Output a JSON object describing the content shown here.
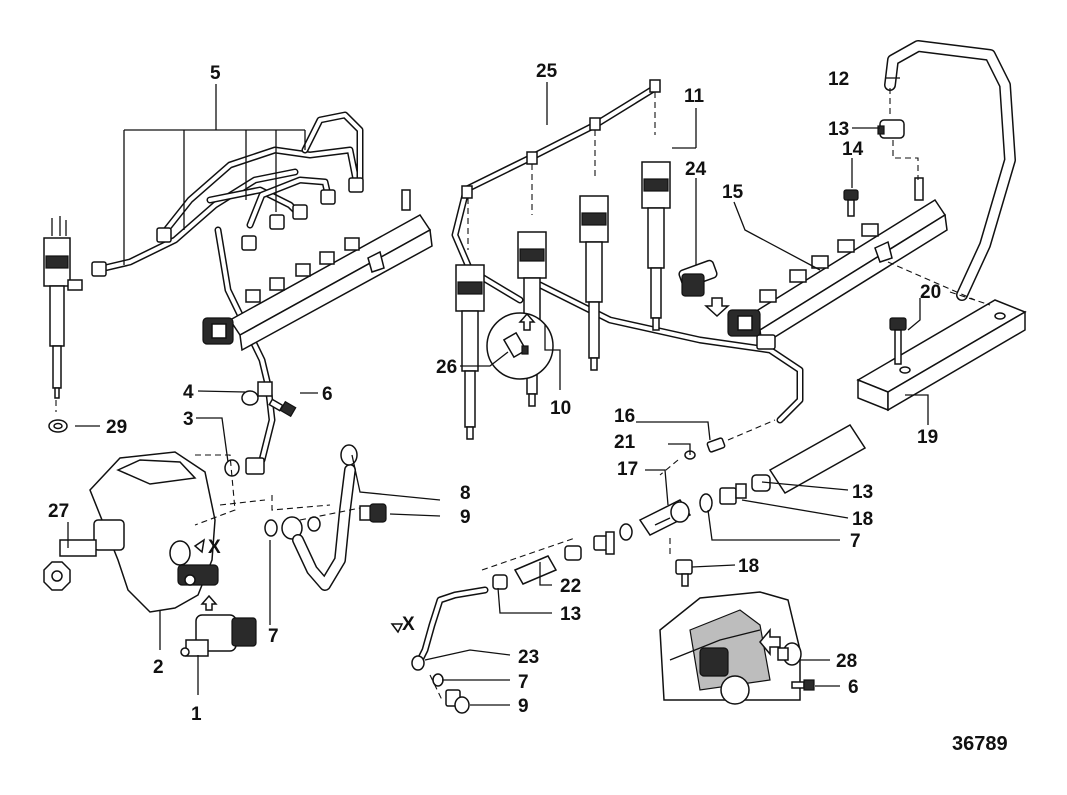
{
  "reference_number": "36789",
  "callouts": [
    "1",
    "2",
    "3",
    "4",
    "5",
    "6",
    "7",
    "8",
    "9",
    "10",
    "11",
    "12",
    "13",
    "14",
    "15",
    "16",
    "17",
    "18",
    "19",
    "20",
    "21",
    "22",
    "23",
    "24",
    "25",
    "26",
    "27",
    "28",
    "29"
  ],
  "detail_marks": [
    "X"
  ]
}
